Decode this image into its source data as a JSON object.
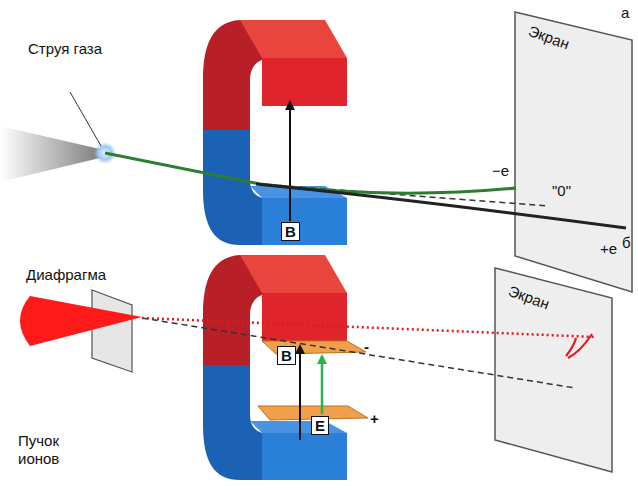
{
  "diagram": {
    "labels": [
      "Струя газа",
      "Экран",
      "а",
      "−e",
      "\"0\"",
      "+e",
      "B",
      "Диафрагма",
      "Экран",
      "б",
      "B",
      "E",
      "-",
      "+",
      "Пучок ионов"
    ]
  }
}
